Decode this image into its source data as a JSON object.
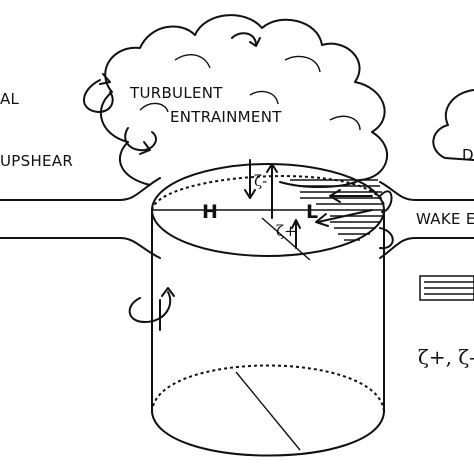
{
  "labels": {
    "left_partial_top": "AL",
    "upshear_partial": "UPSHEAR",
    "turbulent": "TURBULENT",
    "entrainment": "ENTRAINMENT",
    "high": "H",
    "low": "L",
    "wake_partial": "WAKE E",
    "right_partial_top": "D",
    "zeta_minus": "ζ-",
    "zeta_plus": "ζ+",
    "legend_zeta": "ζ+, ζ-"
  }
}
